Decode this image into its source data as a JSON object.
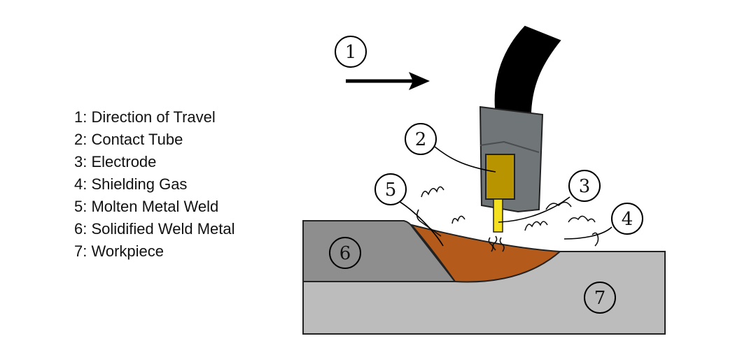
{
  "legend": [
    {
      "number": "1",
      "text": "1: Direction of Travel"
    },
    {
      "number": "2",
      "text": "2: Contact Tube"
    },
    {
      "number": "3",
      "text": "3: Electrode"
    },
    {
      "number": "4",
      "text": "4: Shielding Gas"
    },
    {
      "number": "5",
      "text": "5: Molten Metal Weld"
    },
    {
      "number": "6",
      "text": "6: Solidified Weld Metal"
    },
    {
      "number": "7",
      "text": "7: Workpiece"
    }
  ],
  "colors": {
    "workpiece": "#bcbcbc",
    "solidified_weld": "#8e8e8e",
    "molten_weld": "#b45a1a",
    "nozzle": "#707578",
    "contact_tube": "#b89400",
    "electrode": "#f4e020",
    "hose": "#000000"
  }
}
